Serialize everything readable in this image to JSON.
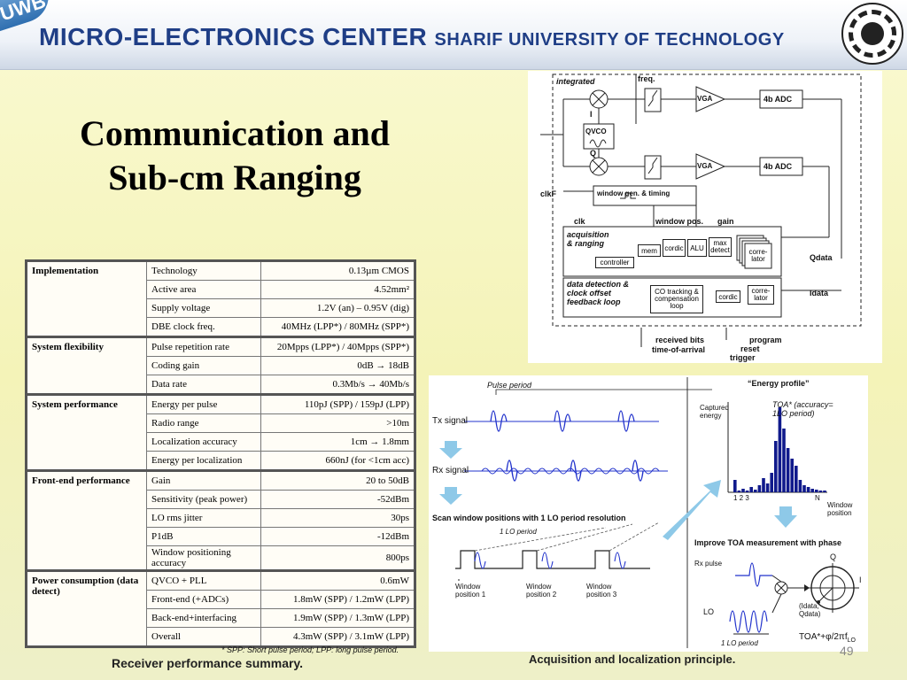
{
  "header": {
    "badge": "UWB",
    "org_title": "MICRO-ELECTRONICS CENTER",
    "org_subtitle": "SHARIF UNIVERSITY OF TECHNOLOGY"
  },
  "slide": {
    "title_line1": "Communication and",
    "title_line2": "Sub-cm Ranging",
    "page_number": "49"
  },
  "table": {
    "groups": [
      {
        "name": "Implementation",
        "rows": [
          [
            "Technology",
            "0.13µm CMOS"
          ],
          [
            "Active area",
            "4.52mm²"
          ],
          [
            "Supply voltage",
            "1.2V (an) – 0.95V (dig)"
          ],
          [
            "DBE clock freq.",
            "40MHz (LPP*) / 80MHz (SPP*)"
          ]
        ]
      },
      {
        "name": "System flexibility",
        "rows": [
          [
            "Pulse repetition rate",
            "20Mpps (LPP*) / 40Mpps (SPP*)"
          ],
          [
            "Coding gain",
            "0dB → 18dB"
          ],
          [
            "Data rate",
            "0.3Mb/s → 40Mb/s"
          ]
        ]
      },
      {
        "name": "System performance",
        "rows": [
          [
            "Energy per pulse",
            "110pJ (SPP) / 159pJ (LPP)"
          ],
          [
            "Radio range",
            ">10m"
          ],
          [
            "Localization accuracy",
            "1cm → 1.8mm"
          ],
          [
            "Energy per localization",
            "660nJ (for <1cm acc)"
          ]
        ]
      },
      {
        "name": "Front-end performance",
        "rows": [
          [
            "Gain",
            "20 to 50dB"
          ],
          [
            "Sensitivity (peak power)",
            "-52dBm"
          ],
          [
            "LO rms jitter",
            "30ps"
          ],
          [
            "P1dB",
            "-12dBm"
          ],
          [
            "Window positioning accuracy",
            "800ps"
          ]
        ]
      },
      {
        "name": "Power consumption (data detect)",
        "rows": [
          [
            "QVCO + PLL",
            "0.6mW"
          ],
          [
            "Front-end (+ADCs)",
            "1.8mW (SPP) / 1.2mW (LPP)"
          ],
          [
            "Back-end+interfacing",
            "1.9mW (SPP) / 1.3mW (LPP)"
          ],
          [
            "Overall",
            "4.3mW (SPP) / 3.1mW (LPP)"
          ]
        ]
      }
    ],
    "footnote": "* SPP: Short pulse period; LPP: long pulse period.",
    "caption": "Receiver performance summary."
  },
  "block_diagram": {
    "integrated": "integrated",
    "freq": "freq.",
    "qvco": "QVCO",
    "i": "I",
    "q": "Q",
    "vga": "VGA",
    "adc": "4b ADC",
    "clkf": "clkF",
    "window_gen": "window gen. & timing",
    "clk": "clk",
    "window_pos": "window pos.",
    "gain": "gain",
    "acquisition": "acquisition & ranging",
    "mem": "mem",
    "cordic": "cordic",
    "alu": "ALU",
    "max_detect": "max detect",
    "correlator": "corre-lator",
    "controller": "controller",
    "qdata": "Qdata",
    "idata": "Idata",
    "data_detection": "data detection & clock offset feedback loop",
    "co_tracking": "CO tracking & compensation loop",
    "received_bits": "received bits",
    "time_of_arrival": "time-of-arrival",
    "program": "program",
    "reset": "reset",
    "trigger": "trigger"
  },
  "principle": {
    "pulse_period": "Pulse period",
    "tx_signal": "Tx signal",
    "rx_signal": "Rx signal",
    "scan_window": "Scan window positions with 1 LO period resolution",
    "lo_period": "1 LO period",
    "window_pos_1": "Window position 1",
    "window_pos_2": "Window position 2",
    "window_pos_3": "Window position 3",
    "energy_profile": "“Energy profile”",
    "captured_energy": "Captured energy",
    "toa_accuracy": "TOA* (accuracy= 1LO period)",
    "axis_ticks": "1 2 3",
    "axis_n": "N",
    "window_position": "Window position",
    "improve_toa": "Improve TOA measurement with phase",
    "rx_pulse": "Rx pulse",
    "lo": "LO",
    "lo_period_2": "1 LO period",
    "q_axis": "Q",
    "i_axis": "I",
    "idata_qdata": "(Idata, Qdata)",
    "toa_formula": "TOA*+φ/2πf",
    "toa_sub": "LO",
    "caption": "Acquisition and localization principle."
  },
  "colors": {
    "header_text": "#1f3e86",
    "signal_blue": "#2233cc",
    "arrow_blue": "#8ec9e8",
    "bars": "#101a8c"
  }
}
